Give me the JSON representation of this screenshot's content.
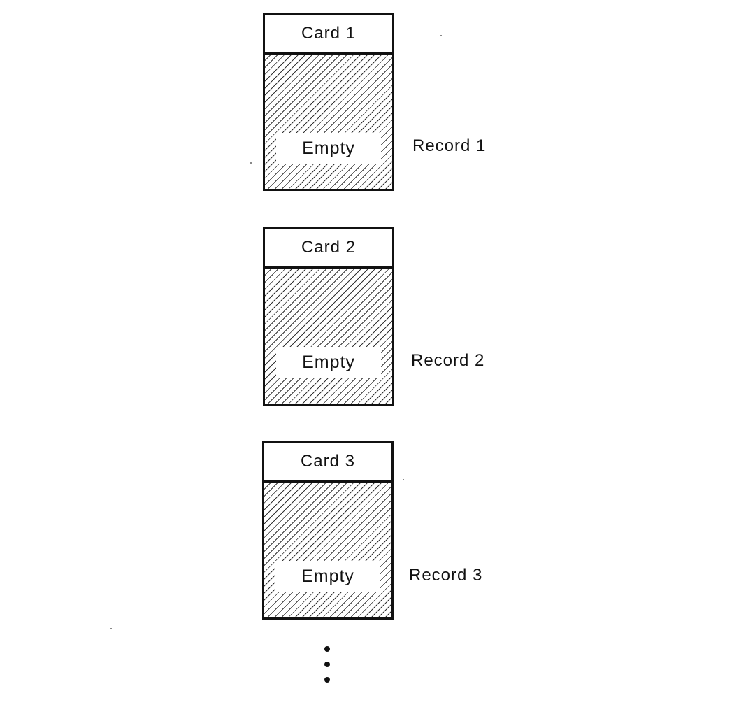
{
  "cards": [
    {
      "header": "Card 1",
      "body": "Empty",
      "record": "Record 1"
    },
    {
      "header": "Card 2",
      "body": "Empty",
      "record": "Record 2"
    },
    {
      "header": "Card 3",
      "body": "Empty",
      "record": "Record 3"
    }
  ],
  "continuation_dots": 3
}
